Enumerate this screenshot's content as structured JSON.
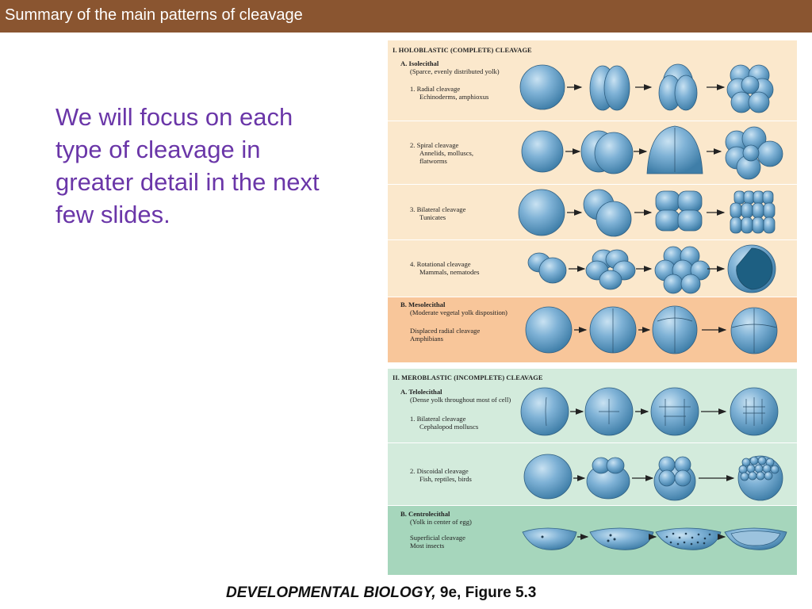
{
  "header": {
    "title": "Summary of the main patterns of cleavage"
  },
  "body": {
    "text": "We will focus on each type of cleavage in greater detail in the next few slides."
  },
  "figure": {
    "holoblastic_header": "I. HOLOBLASTIC (COMPLETE) CLEAVAGE",
    "meroblastic_header": "II. MEROBLASTIC (INCOMPLETE) CLEAVAGE",
    "isolecithal": {
      "label": "A.  Isolecithal",
      "desc": "(Sparce, evenly distributed yolk)"
    },
    "radial": {
      "label": "1.  Radial cleavage",
      "examples": "Echinoderms, amphioxus"
    },
    "spiral": {
      "label": "2.  Spiral cleavage",
      "examples_1": "Annelids, molluscs,",
      "examples_2": "flatworms"
    },
    "bilateral": {
      "label": "3.  Bilateral cleavage",
      "examples": "Tunicates"
    },
    "rotational": {
      "label": "4.  Rotational cleavage",
      "examples": "Mammals, nematodes"
    },
    "mesolecithal": {
      "label": "B.  Mesolecithal",
      "desc": "(Moderate vegetal yolk disposition)"
    },
    "displaced": {
      "label": "Displaced radial cleavage",
      "examples": "Amphibians"
    },
    "telolecithal": {
      "label": "A.  Telolecithal",
      "desc": "(Dense yolk throughout most of cell)"
    },
    "mero_bilateral": {
      "label": "1.  Bilateral cleavage",
      "examples": "Cephalopod molluscs"
    },
    "discoidal": {
      "label": "2.  Discoidal cleavage",
      "examples": "Fish, reptiles, birds"
    },
    "centrolecithal": {
      "label": "B.  Centrolecithal",
      "desc": "(Yolk in center of egg)"
    },
    "superficial": {
      "label": "Superficial cleavage",
      "examples": "Most insects"
    }
  },
  "caption": {
    "book": "DEVELOPMENTAL BIOLOGY,",
    "rest": " 9e, Figure 5.3"
  },
  "colors": {
    "title_bar": "#8a5530",
    "body_text": "#6a36a8",
    "holoblastic_bg": "#fbe8cc",
    "mesolecithal_bg": "#f8c69a",
    "meroblastic_bg": "#d3ebdc",
    "centrolecithal_bg": "#a6d6bc",
    "cell": "#6fa7cc"
  }
}
